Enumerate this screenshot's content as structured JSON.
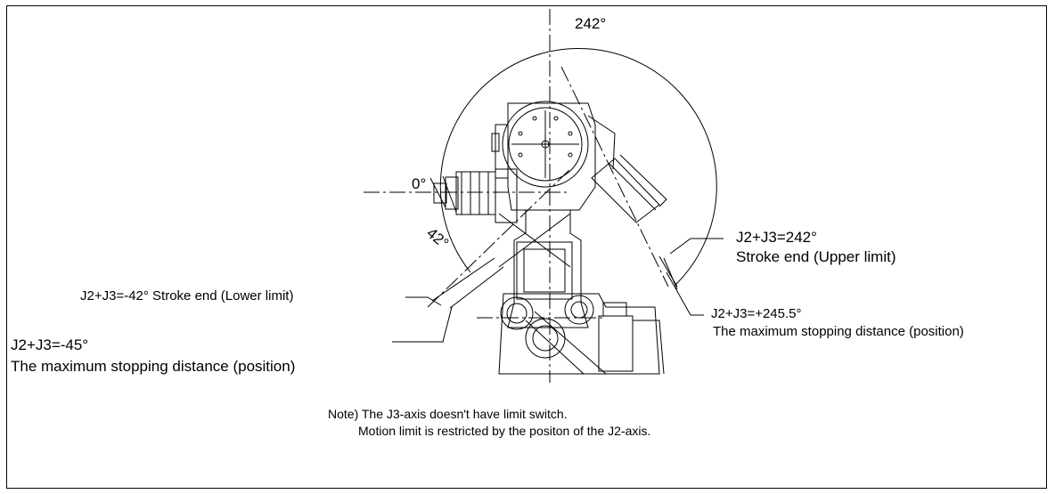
{
  "angles": {
    "sweep_top": "242°",
    "zero": "0°",
    "lower": "42°"
  },
  "callouts": {
    "upper_limit": {
      "line1": "J2+J3=242°",
      "line2": "Stroke end (Upper limit)"
    },
    "max_upper": {
      "line1": "J2+J3=+245.5°",
      "line2": "The maximum stopping distance (position)"
    },
    "lower_limit": {
      "line1": "J2+J3=-42°  Stroke end (Lower limit)"
    },
    "max_lower": {
      "line1": "J2+J3=-45°",
      "line2": "The maximum stopping distance (position)"
    }
  },
  "note": {
    "line1": "Note) The J3-axis doesn't have limit switch.",
    "line2": "Motion limit is restricted by the positon of the  J2-axis."
  },
  "colors": {
    "line": "#000000",
    "background": "#ffffff"
  }
}
